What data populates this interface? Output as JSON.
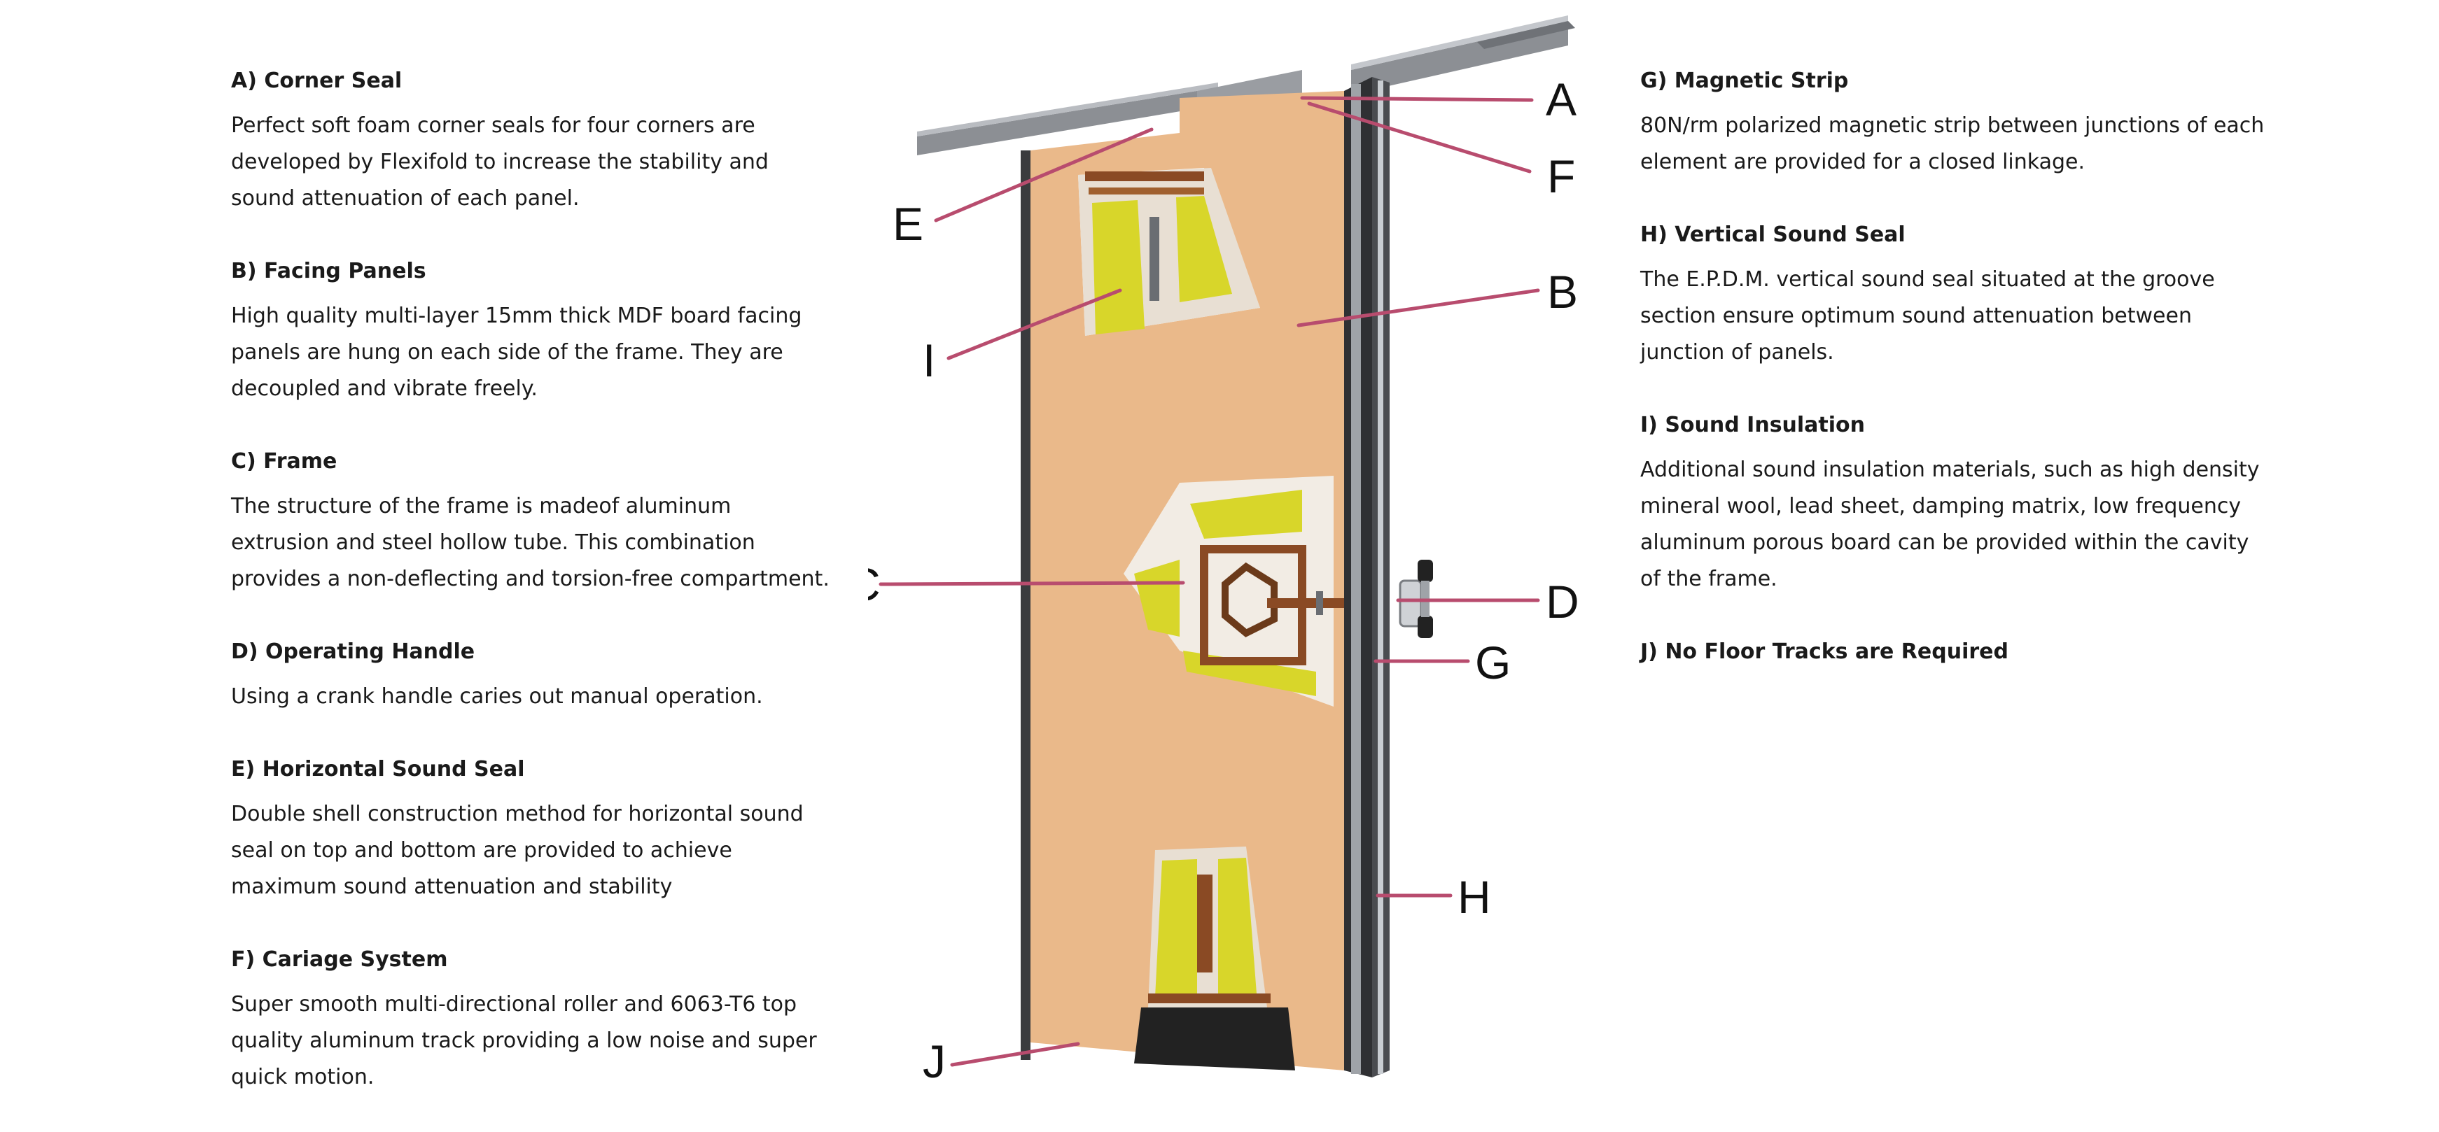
{
  "left_items": [
    {
      "title": "A) Corner Seal",
      "text": "Perfect soft foam corner seals for four corners are developed by Flexifold to increase the stability and sound attenuation of each panel."
    },
    {
      "title": "B) Facing Panels",
      "text": "High quality multi-layer 15mm thick MDF board facing panels are hung on each side of the frame. They are decoupled and vibrate freely."
    },
    {
      "title": "C) Frame",
      "text": "The structure of the frame is madeof aluminum extrusion and steel hollow tube. This combination provides a non-deflecting and torsion-free compartment."
    },
    {
      "title": "D) Operating Handle",
      "text": "Using a crank handle caries out manual operation."
    },
    {
      "title": "E) Horizontal Sound Seal",
      "text": "Double shell construction method for horizontal sound seal on top and bottom are provided to achieve maximum sound attenuation and stability"
    },
    {
      "title": "F) Cariage System",
      "text": "Super smooth multi-directional roller and 6063-T6 top quality aluminum track providing a low noise and super quick motion."
    }
  ],
  "right_items": [
    {
      "title": "G) Magnetic Strip",
      "text": "80N/rm polarized magnetic strip between junctions of each element are provided for a closed linkage."
    },
    {
      "title": "H) Vertical Sound Seal",
      "text": "The E.P.D.M. vertical sound seal situated at the groove section ensure optimum sound attenuation between junction of panels."
    },
    {
      "title": "I) Sound Insulation",
      "text": "Additional sound insulation materials, such as high density mineral wool, lead sheet, damping matrix, low frequency aluminum porous board can be provided within the cavity of the frame."
    },
    {
      "title": "J) No Floor Tracks are Required",
      "text": ""
    }
  ],
  "diagram_labels": {
    "A": "A",
    "B": "B",
    "C": "C",
    "D": "D",
    "E": "E",
    "F": "F",
    "G": "G",
    "H": "H",
    "I": "I",
    "J": "J"
  },
  "colors": {
    "leader": "#b84c6e",
    "mdf": "#eab98a",
    "insulation": "#d8d62a",
    "frame": "#8a4a24",
    "track": "#8c8f94",
    "text": "#1a1a1a"
  }
}
